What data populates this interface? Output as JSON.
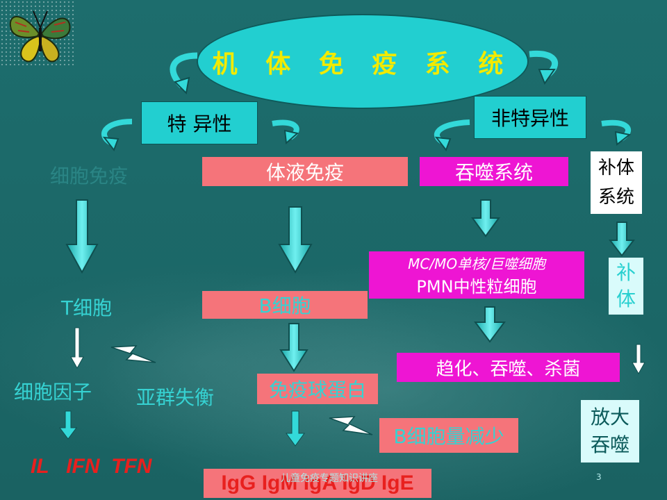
{
  "title": "机 体 免 疫 系 统",
  "specific": "特 异性",
  "nonspecific": "非特异性",
  "cellular_immunity": "细胞免疫",
  "humoral_immunity": "体液免疫",
  "phagocytic_system": "吞噬系统",
  "complement_system_line1": "补体",
  "complement_system_line2": "系统",
  "mc_line1": "MC/MO单核/巨噬细胞",
  "mc_line2": "PMN中性粒细胞",
  "complement_line1": "补",
  "complement_line2": "体",
  "t_cell": "T细胞",
  "b_cell": "B细胞",
  "chemotaxis": "趋化、吞噬、杀菌",
  "cytokines": "细胞因子",
  "subgroup_imbalance": "亚群失衡",
  "immunoglobulin": "免疫球蛋白",
  "b_cell_decrease": "B细胞量减少",
  "amplify_line1": "放大",
  "amplify_line2": "吞噬",
  "il_ifn_tfn": "IL   IFN  TFN",
  "ig_classes": "IgG IgM IgA IgD IgE",
  "footer_title": "儿童免疫专题知识讲座",
  "page_number": "3",
  "colors": {
    "background": "#1c6b6b",
    "ellipse": "#22cfd0",
    "title_yellow": "#f2ea00",
    "salmon": "#f5747a",
    "magenta": "#ee15d3",
    "arrow_cyan": "#33d9d9",
    "ig_red": "#e8201e"
  }
}
